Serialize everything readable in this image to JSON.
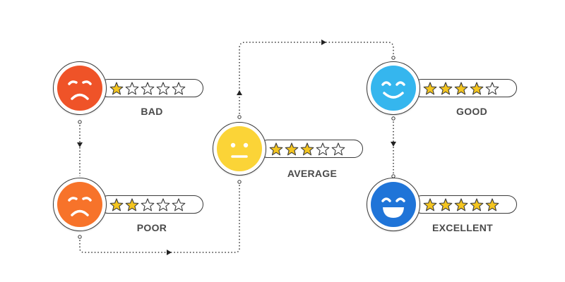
{
  "ratings": [
    {
      "id": "bad",
      "label": "BAD",
      "stars": 1,
      "color": "#ef5328",
      "mood": "sad"
    },
    {
      "id": "poor",
      "label": "POOR",
      "stars": 2,
      "color": "#f7732a",
      "mood": "sad"
    },
    {
      "id": "average",
      "label": "AVERAGE",
      "stars": 3,
      "color": "#fbd437",
      "mood": "neutral"
    },
    {
      "id": "good",
      "label": "GOOD",
      "stars": 4,
      "color": "#35b6ee",
      "mood": "smile"
    },
    {
      "id": "excellent",
      "label": "EXCELLENT",
      "stars": 5,
      "color": "#1f74d8",
      "mood": "grin"
    }
  ],
  "max_stars": 5,
  "star_fill_color": "#f4c51f",
  "outline_color": "#3a3a3a"
}
